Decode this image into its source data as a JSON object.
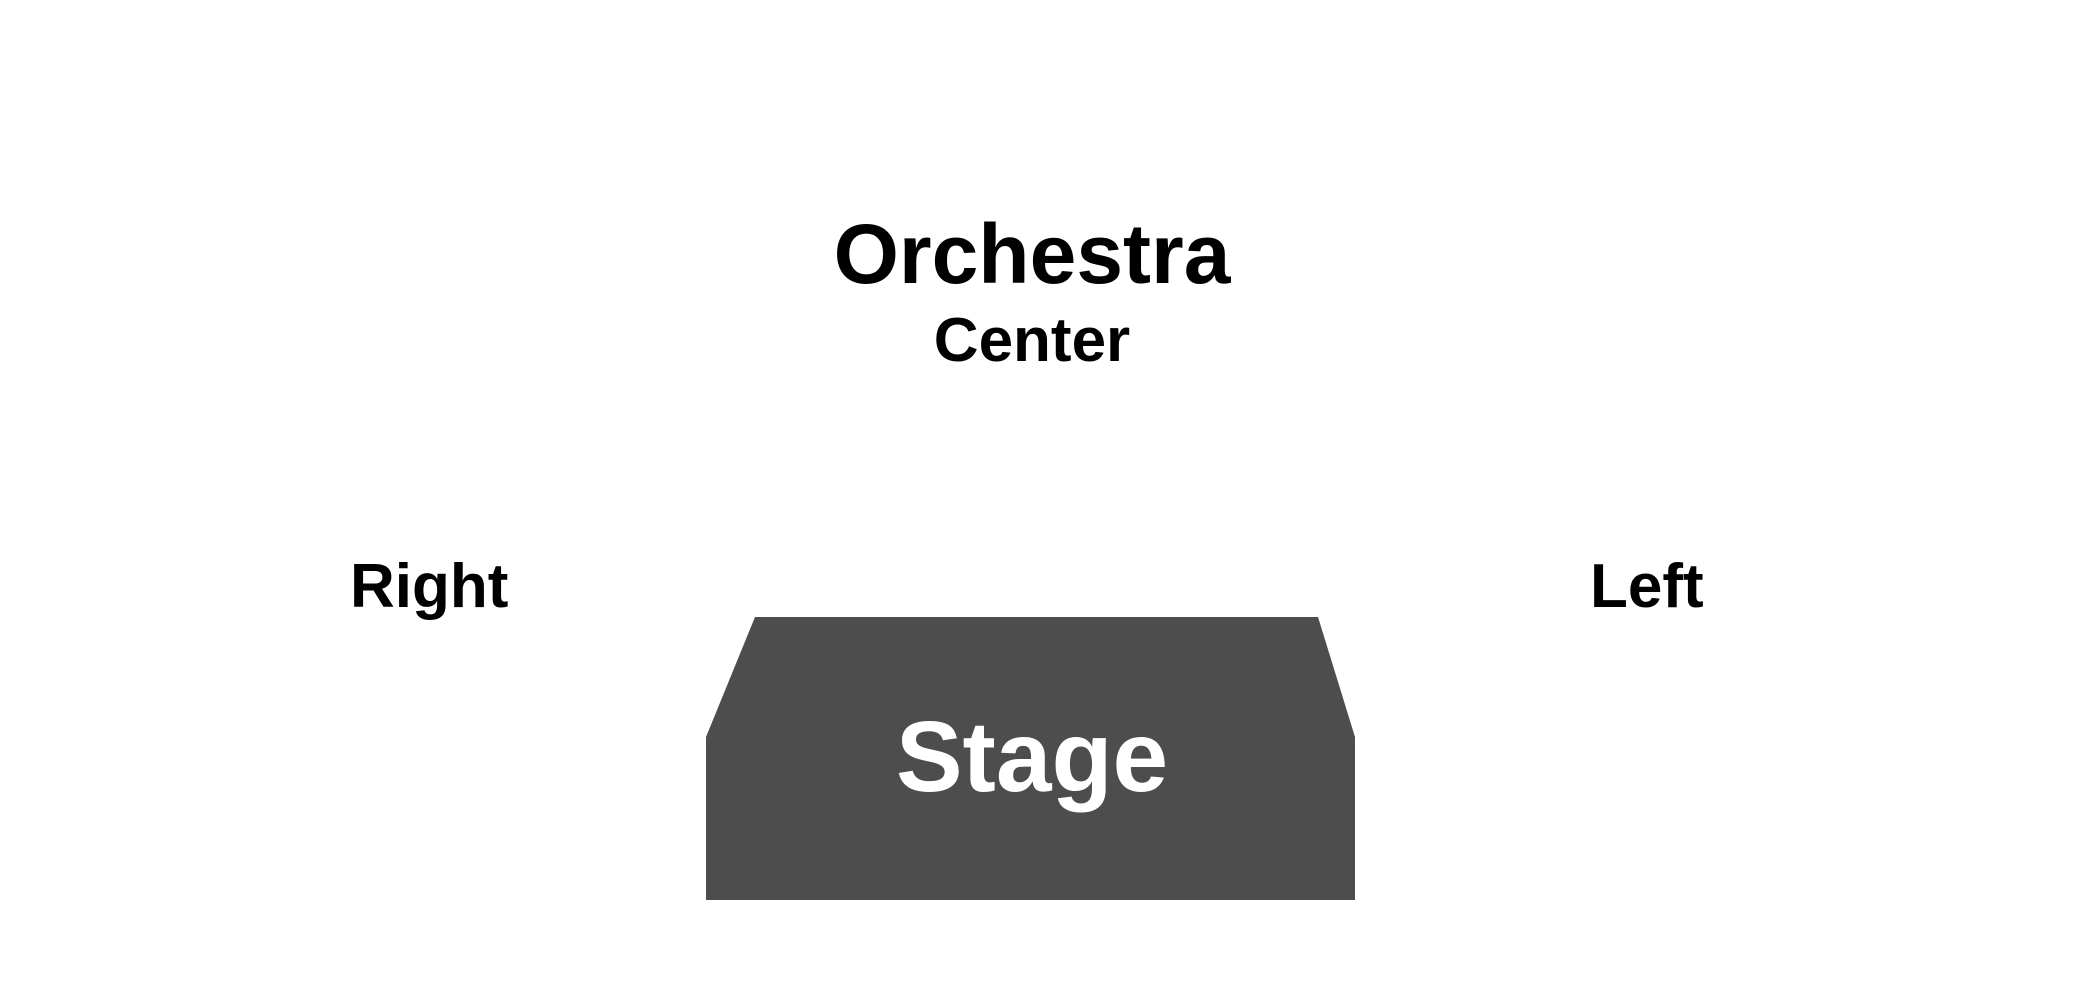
{
  "map": {
    "title": "Orchestra",
    "sections": {
      "center": "Center",
      "right": "Right",
      "left": "Left"
    },
    "stage": {
      "label": "Stage"
    }
  },
  "colors": {
    "background": "#ffffff",
    "stage_fill": "#4d4d4d",
    "stage_text": "#ffffff",
    "label_text": "#000000"
  }
}
